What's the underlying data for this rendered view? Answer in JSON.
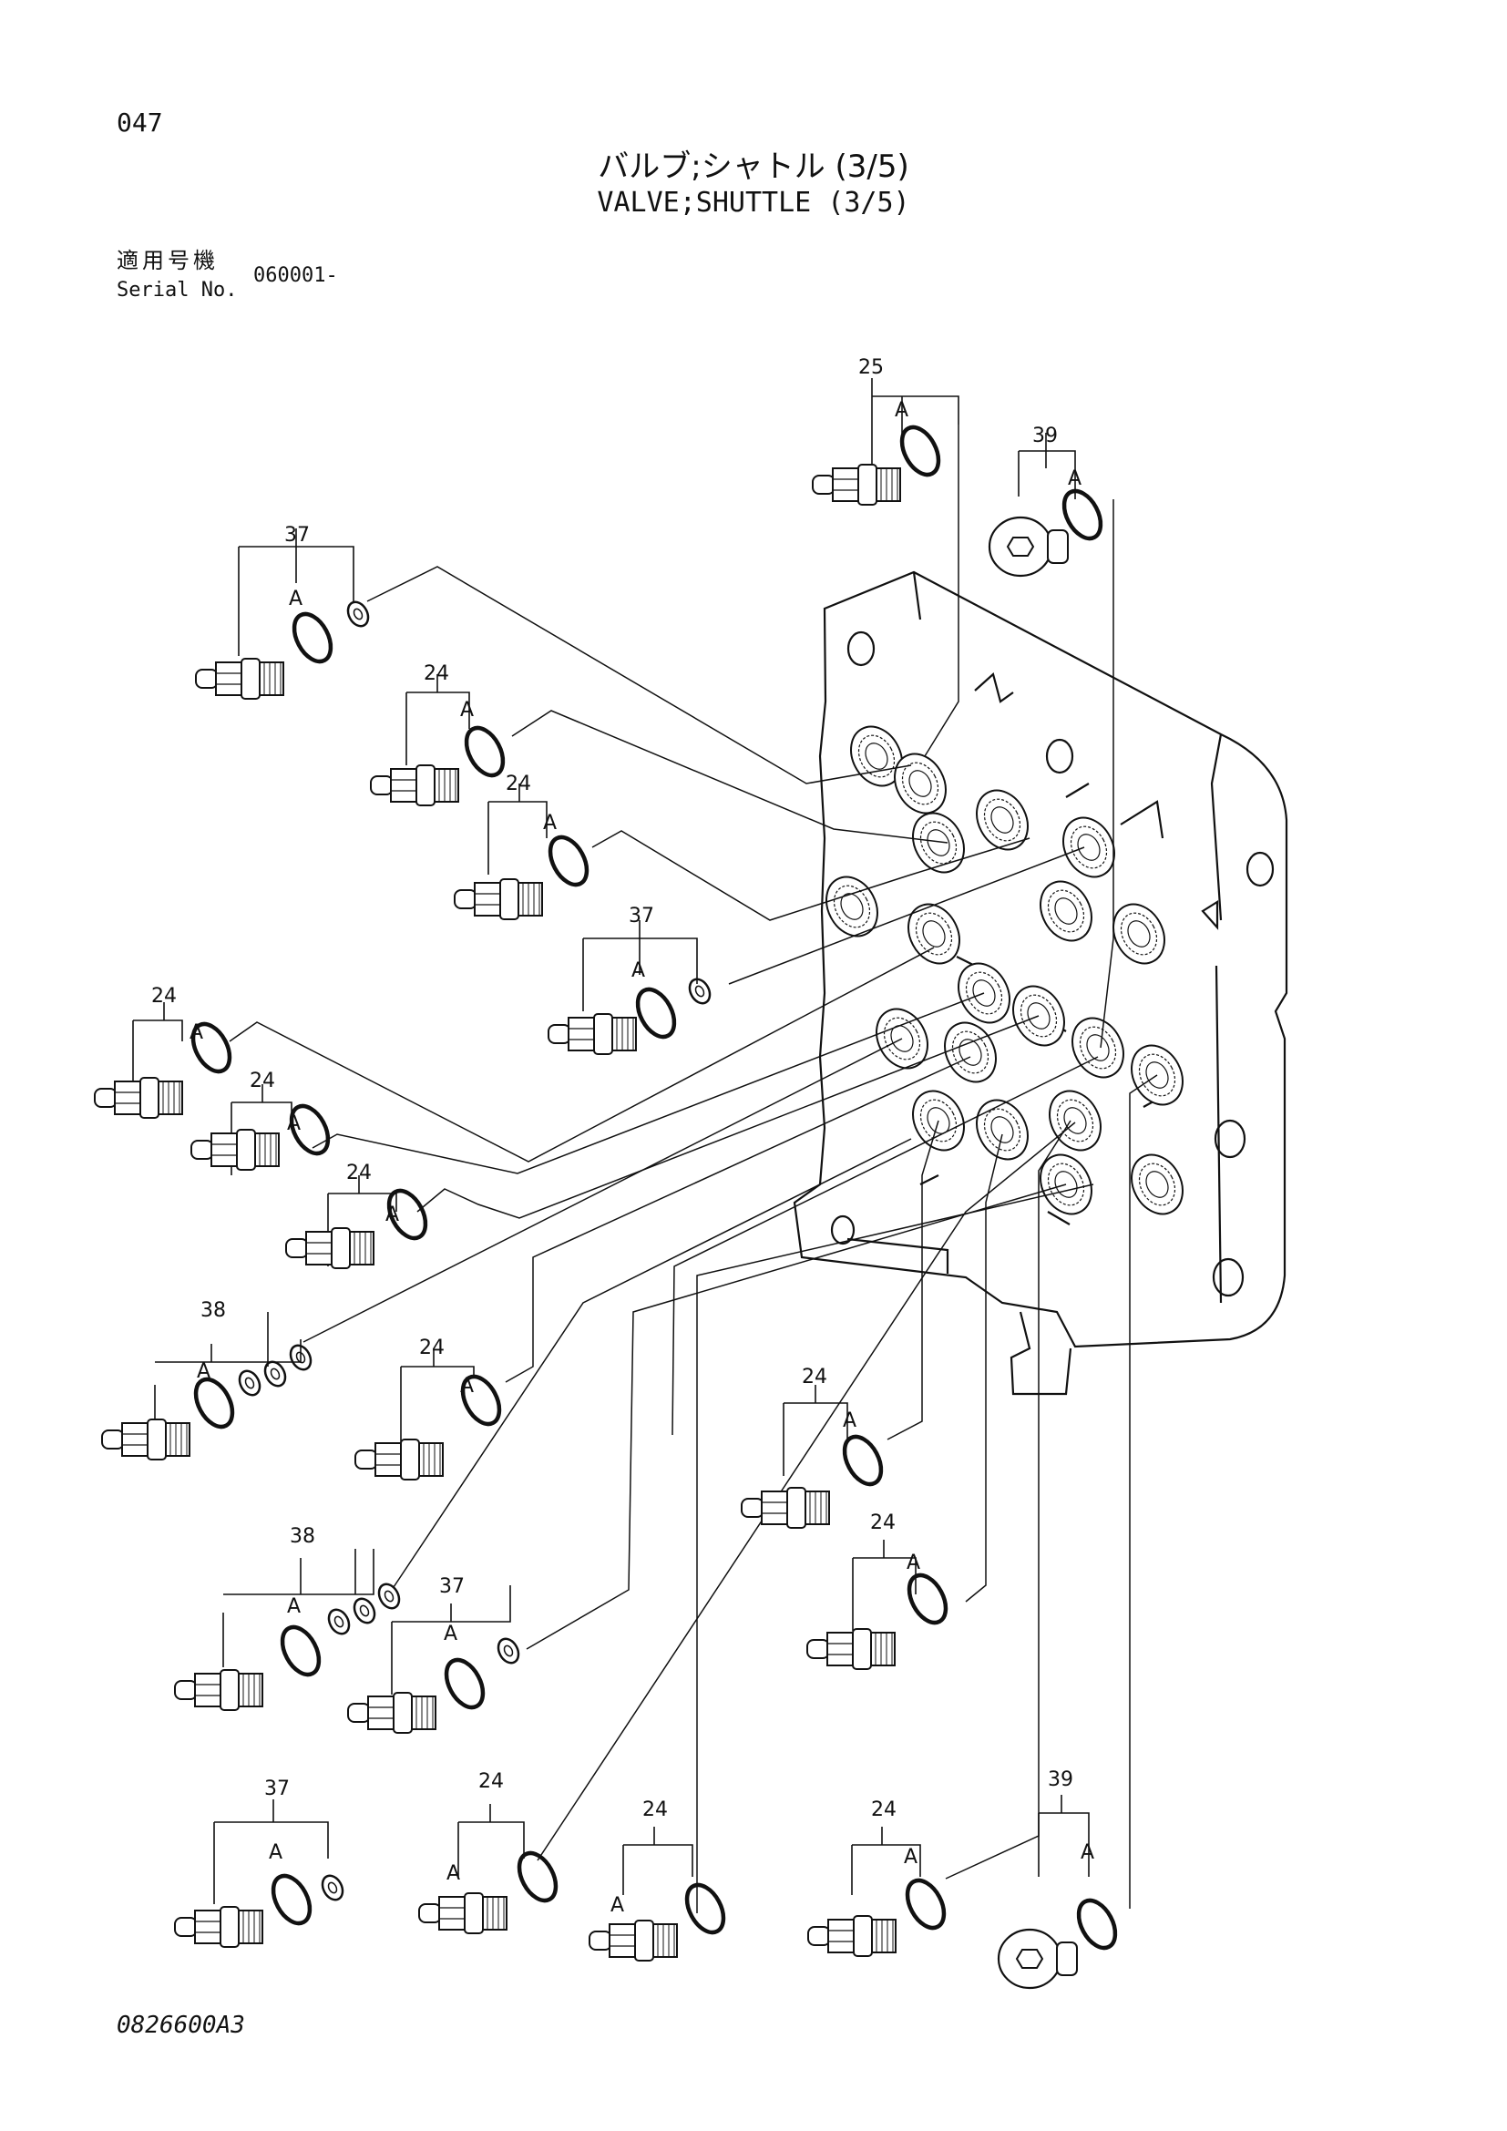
{
  "page": {
    "number": "047",
    "title_jp": "バルブ;シャトル (3/5)",
    "title_en": "VALVE;SHUTTLE (3/5)",
    "serial_label_jp": "適用号機",
    "serial_label_en": "Serial No.",
    "serial_value": "060001-",
    "drawing_no": "0826600A3"
  },
  "callouts": [
    {
      "id": "c1",
      "part": "25",
      "sub": "A"
    },
    {
      "id": "c2",
      "part": "39",
      "sub": "A"
    },
    {
      "id": "c3",
      "part": "37",
      "sub": "A"
    },
    {
      "id": "c4",
      "part": "24",
      "sub": "A"
    },
    {
      "id": "c5",
      "part": "24",
      "sub": "A"
    },
    {
      "id": "c6",
      "part": "37",
      "sub": "A"
    },
    {
      "id": "c7",
      "part": "24",
      "sub": "A"
    },
    {
      "id": "c8",
      "part": "24",
      "sub": "A"
    },
    {
      "id": "c9",
      "part": "24",
      "sub": "A"
    },
    {
      "id": "c10",
      "part": "38",
      "sub": "A"
    },
    {
      "id": "c11",
      "part": "24",
      "sub": "A"
    },
    {
      "id": "c12",
      "part": "24",
      "sub": "A"
    },
    {
      "id": "c13",
      "part": "24",
      "sub": "A"
    },
    {
      "id": "c14",
      "part": "38",
      "sub": "A"
    },
    {
      "id": "c15",
      "part": "37",
      "sub": "A"
    },
    {
      "id": "c16",
      "part": "37",
      "sub": "A"
    },
    {
      "id": "c17",
      "part": "24",
      "sub": "A"
    },
    {
      "id": "c18",
      "part": "24",
      "sub": "A"
    },
    {
      "id": "c19",
      "part": "24",
      "sub": "A"
    },
    {
      "id": "c20",
      "part": "39",
      "sub": "A"
    }
  ]
}
